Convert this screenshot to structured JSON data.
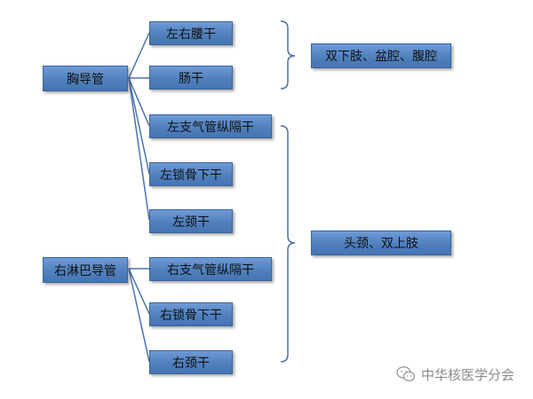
{
  "main_ducts": {
    "thoracic": "胸导管",
    "right_lymphatic": "右淋巴导管"
  },
  "trunks": {
    "left_lumbar": "左右腰干",
    "intestinal": "肠干",
    "left_bronchomediastinal": "左支气管纵隔干",
    "left_subclavian": "左锁骨下干",
    "left_jugular": "左颈干",
    "right_bronchomediastinal": "右支气管纵隔干",
    "right_subclavian": "右锁骨下干",
    "right_jugular": "右颈干"
  },
  "regions": {
    "lower": "双下肢、盆腔、腹腔",
    "upper": "头颈、双上肢"
  },
  "watermark": {
    "text": "中华核医学分会",
    "icon": "wechat-icon"
  },
  "colors": {
    "box_fill": "#4f81bd",
    "line": "#4a73b0",
    "bracket": "#4a6fa5"
  }
}
